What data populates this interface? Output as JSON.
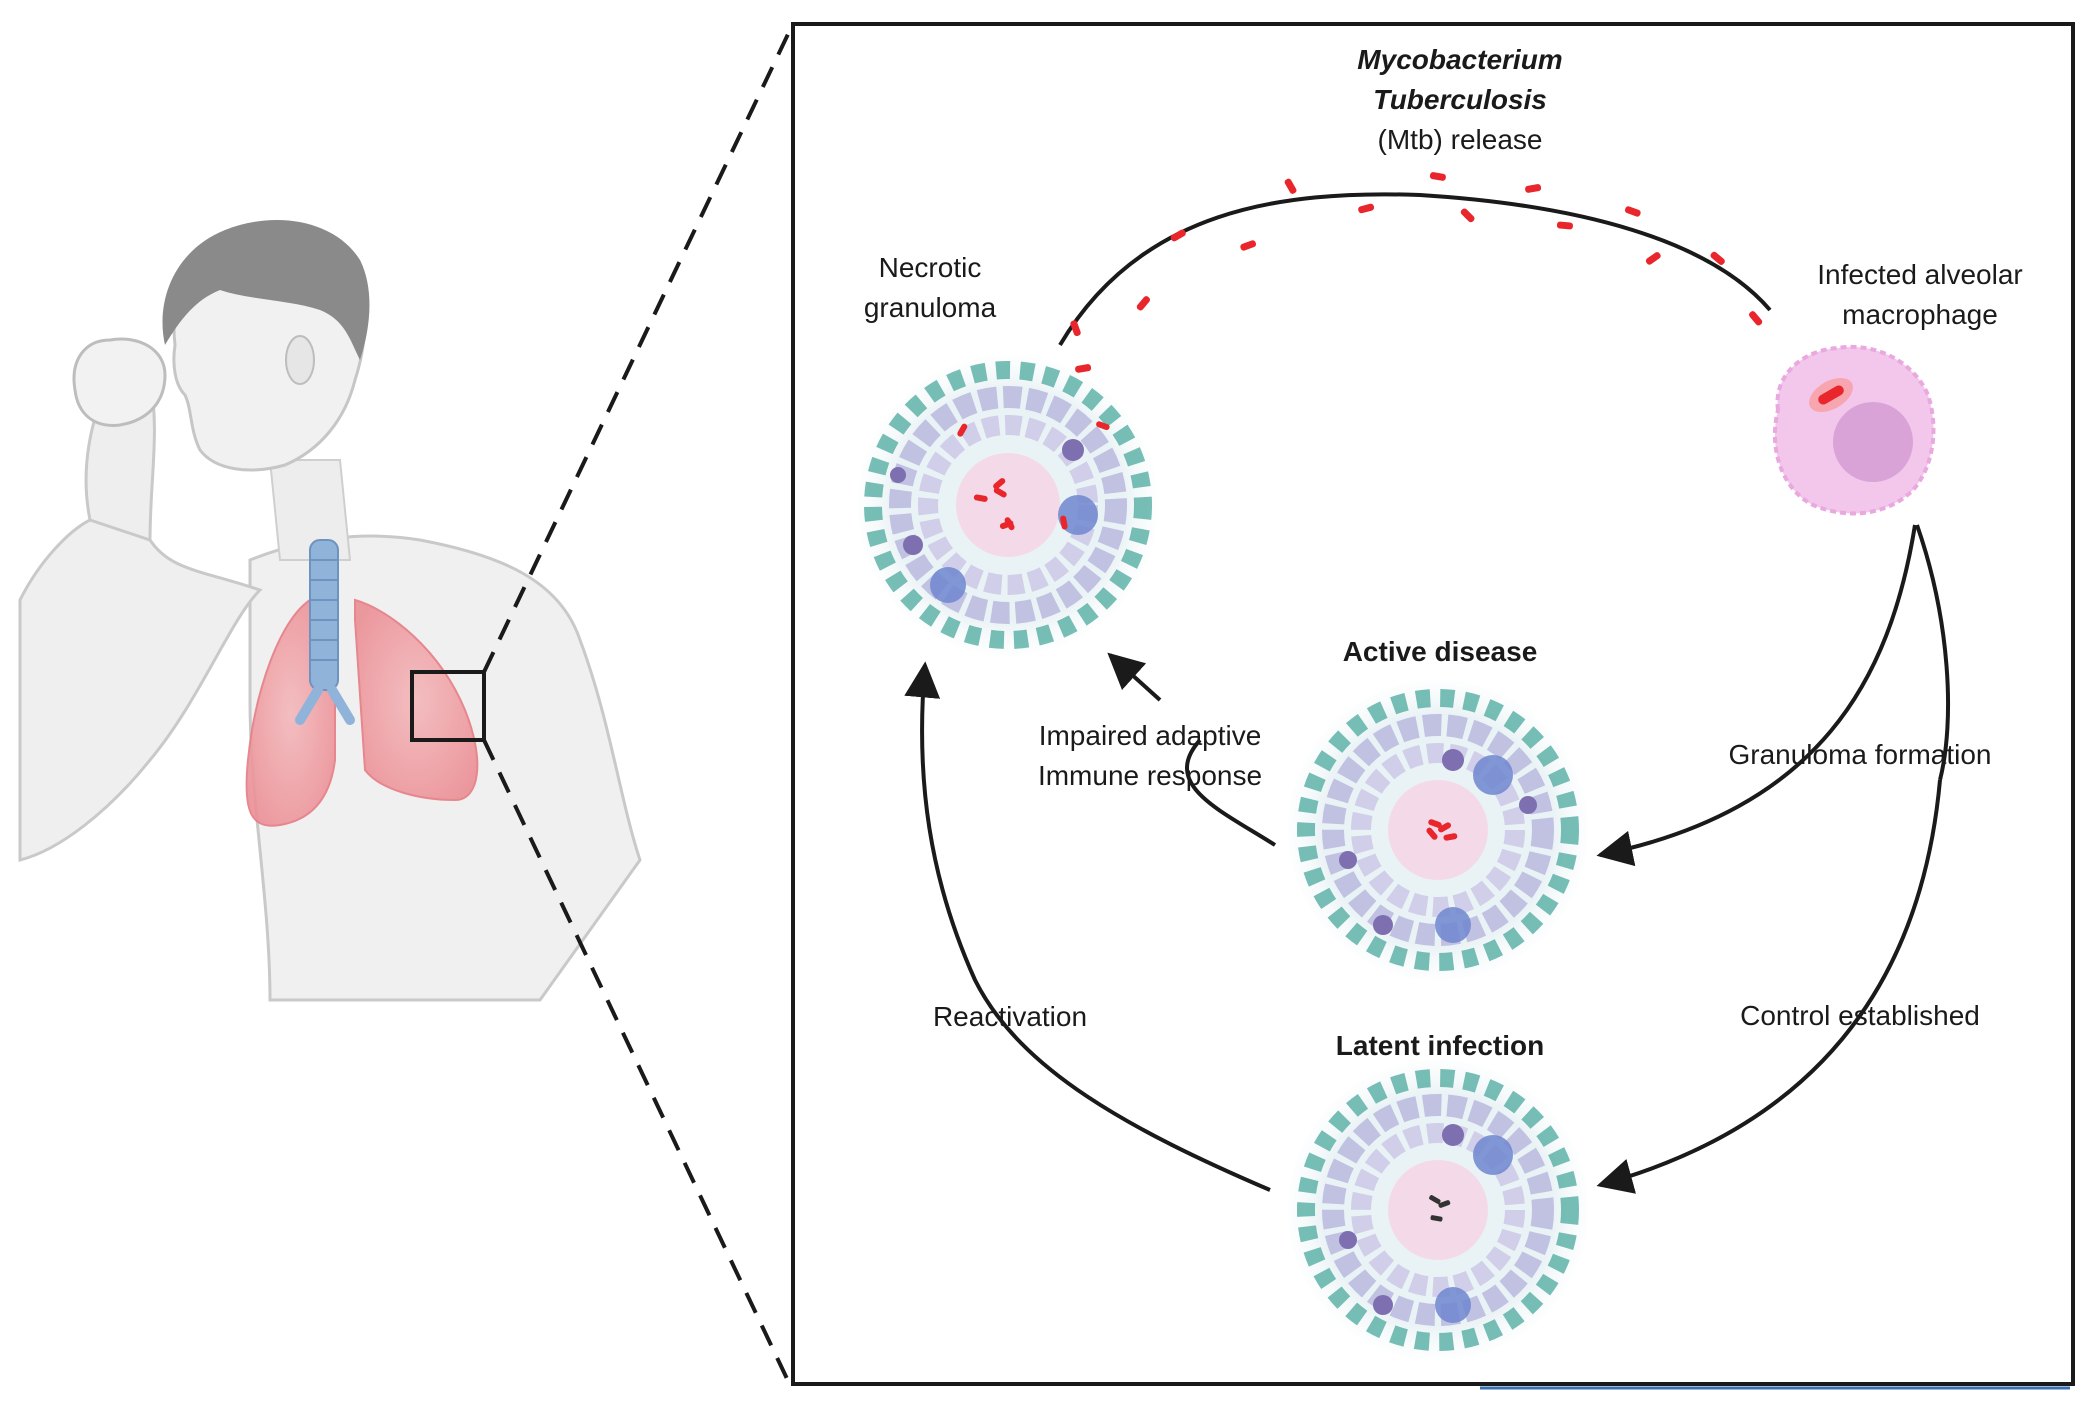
{
  "labels": {
    "mtb_line1": "Mycobacterium",
    "mtb_line2": "Tuberculosis",
    "mtb_line3": "(Mtb) release",
    "necrotic_line1": "Necrotic",
    "necrotic_line2": "granuloma",
    "macrophage_line1": "Infected alveolar",
    "macrophage_line2": "macrophage",
    "active_disease": "Active disease",
    "impaired_line1": "Impaired adaptive",
    "impaired_line2": "Immune response",
    "granuloma_formation": "Granuloma formation",
    "reactivation": "Reactivation",
    "control_established": "Control established",
    "latent_infection": "Latent infection"
  },
  "colors": {
    "outline": "#1a1a1a",
    "bacteria": "#e8262b",
    "lung": "#f2a6aa",
    "trachea": "#8fb3d9",
    "skin": "#f0f0f0",
    "hair": "#8a8a8a",
    "macrophage": "#f3c6ec",
    "granuloma_outer": "#5fb3a8",
    "granuloma_mid": "#b7b4dd",
    "granuloma_inner": "#f5d7e8",
    "granuloma_accent": "#7d6fb0"
  }
}
